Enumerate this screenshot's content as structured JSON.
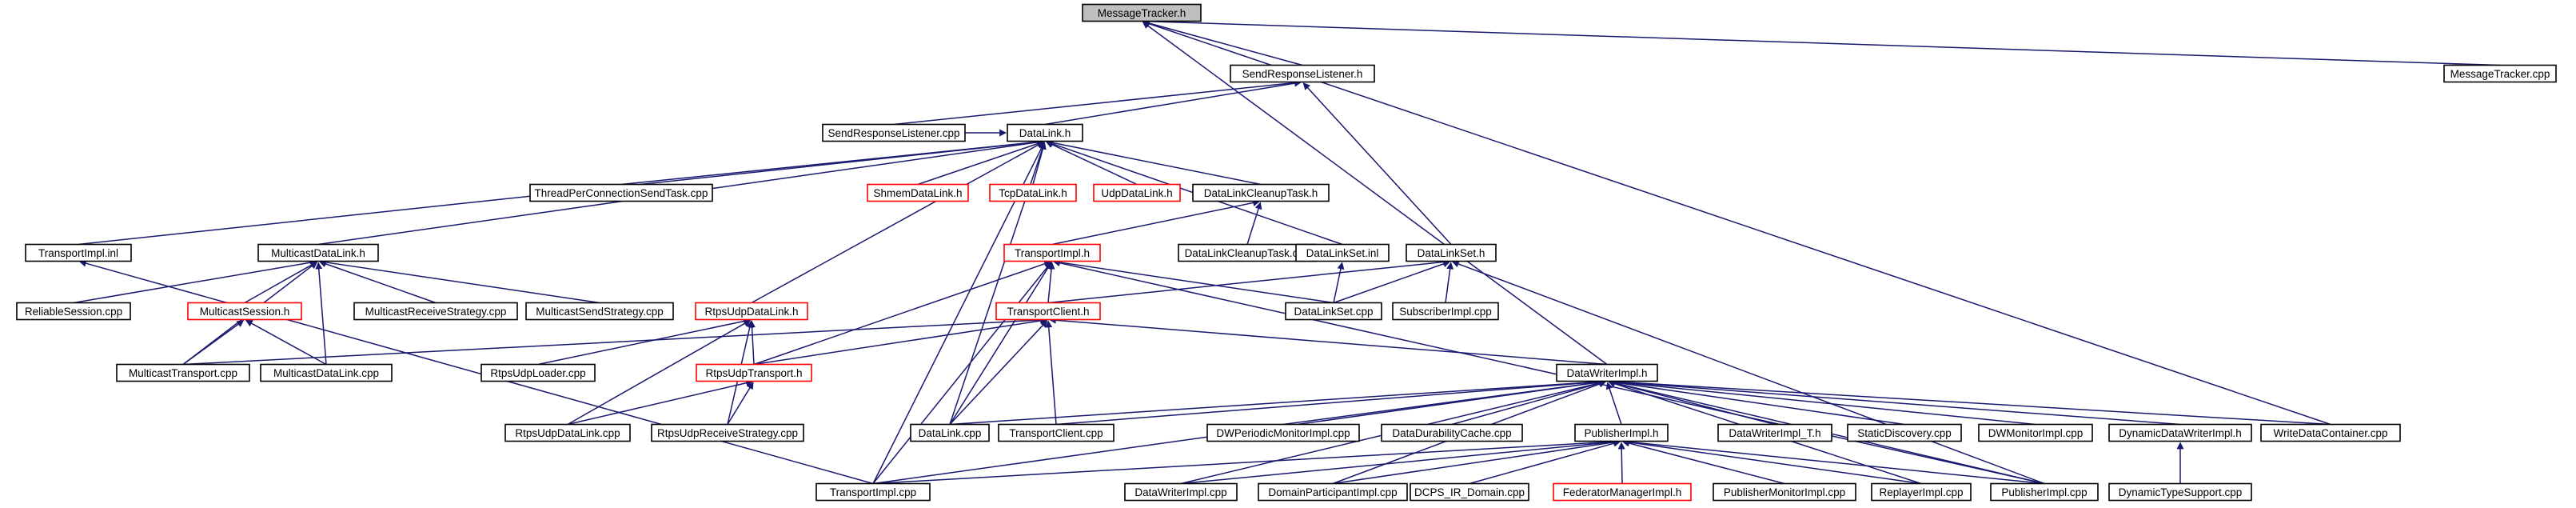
{
  "colors": {
    "edge": "#191970",
    "node_fill": "#ffffff",
    "node_border": "#000000",
    "root_fill": "#bfbfbf",
    "truncated_border": "#ff0000"
  },
  "nodes": [
    {
      "id": "MessageTracker.h",
      "label": "MessageTracker.h",
      "kind": "root"
    },
    {
      "id": "SendResponseListener.h",
      "label": "SendResponseListener.h",
      "kind": "normal"
    },
    {
      "id": "MessageTracker.cpp",
      "label": "MessageTracker.cpp",
      "kind": "normal"
    },
    {
      "id": "SendResponseListener.cpp",
      "label": "SendResponseListener.cpp",
      "kind": "normal"
    },
    {
      "id": "DataLink.h",
      "label": "DataLink.h",
      "kind": "normal"
    },
    {
      "id": "ThreadPerConnectionSendTask.cpp",
      "label": "ThreadPerConnectionSendTask.cpp",
      "kind": "normal"
    },
    {
      "id": "ShmemDataLink.h",
      "label": "ShmemDataLink.h",
      "kind": "truncated"
    },
    {
      "id": "TcpDataLink.h",
      "label": "TcpDataLink.h",
      "kind": "truncated"
    },
    {
      "id": "UdpDataLink.h",
      "label": "UdpDataLink.h",
      "kind": "truncated"
    },
    {
      "id": "DataLinkCleanupTask.h",
      "label": "DataLinkCleanupTask.h",
      "kind": "normal"
    },
    {
      "id": "TransportImpl.inl",
      "label": "TransportImpl.inl",
      "kind": "normal"
    },
    {
      "id": "MulticastDataLink.h",
      "label": "MulticastDataLink.h",
      "kind": "normal"
    },
    {
      "id": "TransportImpl.h",
      "label": "TransportImpl.h",
      "kind": "truncated"
    },
    {
      "id": "DataLinkCleanupTask.cpp",
      "label": "DataLinkCleanupTask.cpp",
      "kind": "normal"
    },
    {
      "id": "DataLinkSet.inl",
      "label": "DataLinkSet.inl",
      "kind": "normal"
    },
    {
      "id": "DataLinkSet.h",
      "label": "DataLinkSet.h",
      "kind": "normal"
    },
    {
      "id": "ReliableSession.cpp",
      "label": "ReliableSession.cpp",
      "kind": "normal"
    },
    {
      "id": "MulticastSession.h",
      "label": "MulticastSession.h",
      "kind": "truncated"
    },
    {
      "id": "MulticastReceiveStrategy.cpp",
      "label": "MulticastReceiveStrategy.cpp",
      "kind": "normal"
    },
    {
      "id": "MulticastSendStrategy.cpp",
      "label": "MulticastSendStrategy.cpp",
      "kind": "normal"
    },
    {
      "id": "RtpsUdpDataLink.h",
      "label": "RtpsUdpDataLink.h",
      "kind": "truncated"
    },
    {
      "id": "TransportClient.h",
      "label": "TransportClient.h",
      "kind": "truncated"
    },
    {
      "id": "DataLinkSet.cpp",
      "label": "DataLinkSet.cpp",
      "kind": "normal"
    },
    {
      "id": "SubscriberImpl.cpp",
      "label": "SubscriberImpl.cpp",
      "kind": "normal"
    },
    {
      "id": "MulticastTransport.cpp",
      "label": "MulticastTransport.cpp",
      "kind": "normal"
    },
    {
      "id": "MulticastDataLink.cpp",
      "label": "MulticastDataLink.cpp",
      "kind": "normal"
    },
    {
      "id": "RtpsUdpLoader.cpp",
      "label": "RtpsUdpLoader.cpp",
      "kind": "normal"
    },
    {
      "id": "RtpsUdpTransport.h",
      "label": "RtpsUdpTransport.h",
      "kind": "truncated"
    },
    {
      "id": "DataWriterImpl.h",
      "label": "DataWriterImpl.h",
      "kind": "normal"
    },
    {
      "id": "RtpsUdpDataLink.cpp",
      "label": "RtpsUdpDataLink.cpp",
      "kind": "normal"
    },
    {
      "id": "RtpsUdpReceiveStrategy.cpp",
      "label": "RtpsUdpReceiveStrategy.cpp",
      "kind": "normal"
    },
    {
      "id": "DataLink.cpp",
      "label": "DataLink.cpp",
      "kind": "normal"
    },
    {
      "id": "TransportClient.cpp",
      "label": "TransportClient.cpp",
      "kind": "normal"
    },
    {
      "id": "DWPeriodicMonitorImpl.cpp",
      "label": "DWPeriodicMonitorImpl.cpp",
      "kind": "normal"
    },
    {
      "id": "DataDurabilityCache.cpp",
      "label": "DataDurabilityCache.cpp",
      "kind": "normal"
    },
    {
      "id": "PublisherImpl.h",
      "label": "PublisherImpl.h",
      "kind": "normal"
    },
    {
      "id": "DataWriterImpl_T.h",
      "label": "DataWriterImpl_T.h",
      "kind": "normal"
    },
    {
      "id": "StaticDiscovery.cpp",
      "label": "StaticDiscovery.cpp",
      "kind": "normal"
    },
    {
      "id": "DWMonitorImpl.cpp",
      "label": "DWMonitorImpl.cpp",
      "kind": "normal"
    },
    {
      "id": "DynamicDataWriterImpl.h",
      "label": "DynamicDataWriterImpl.h",
      "kind": "normal"
    },
    {
      "id": "WriteDataContainer.cpp",
      "label": "WriteDataContainer.cpp",
      "kind": "normal"
    },
    {
      "id": "TransportImpl.cpp",
      "label": "TransportImpl.cpp",
      "kind": "normal"
    },
    {
      "id": "DataWriterImpl.cpp",
      "label": "DataWriterImpl.cpp",
      "kind": "normal"
    },
    {
      "id": "DomainParticipantImpl.cpp",
      "label": "DomainParticipantImpl.cpp",
      "kind": "normal"
    },
    {
      "id": "DCPS_IR_Domain.cpp",
      "label": "DCPS_IR_Domain.cpp",
      "kind": "normal"
    },
    {
      "id": "FederatorManagerImpl.h",
      "label": "FederatorManagerImpl.h",
      "kind": "truncated"
    },
    {
      "id": "PublisherMonitorImpl.cpp",
      "label": "PublisherMonitorImpl.cpp",
      "kind": "normal"
    },
    {
      "id": "ReplayerImpl.cpp",
      "label": "ReplayerImpl.cpp",
      "kind": "normal"
    },
    {
      "id": "PublisherImpl.cpp",
      "label": "PublisherImpl.cpp",
      "kind": "normal"
    },
    {
      "id": "DynamicTypeSupport.cpp",
      "label": "DynamicTypeSupport.cpp",
      "kind": "normal"
    }
  ],
  "edges": [
    [
      "MessageTracker.h",
      "SendResponseListener.h"
    ],
    [
      "MessageTracker.h",
      "MessageTracker.cpp"
    ],
    [
      "MessageTracker.h",
      "DataWriterImpl.h"
    ],
    [
      "MessageTracker.h",
      "WriteDataContainer.cpp"
    ],
    [
      "SendResponseListener.h",
      "SendResponseListener.cpp"
    ],
    [
      "SendResponseListener.h",
      "DataLink.h"
    ],
    [
      "SendResponseListener.h",
      "DataLinkSet.h"
    ],
    [
      "DataLink.h",
      "SendResponseListener.cpp"
    ],
    [
      "DataLink.h",
      "ThreadPerConnectionSendTask.cpp"
    ],
    [
      "DataLink.h",
      "ShmemDataLink.h"
    ],
    [
      "DataLink.h",
      "TcpDataLink.h"
    ],
    [
      "DataLink.h",
      "UdpDataLink.h"
    ],
    [
      "DataLink.h",
      "DataLinkCleanupTask.h"
    ],
    [
      "DataLink.h",
      "TransportImpl.inl"
    ],
    [
      "DataLink.h",
      "MulticastDataLink.h"
    ],
    [
      "DataLink.h",
      "DataLinkSet.inl"
    ],
    [
      "DataLink.h",
      "RtpsUdpDataLink.h"
    ],
    [
      "DataLink.h",
      "DataLink.cpp"
    ],
    [
      "DataLink.h",
      "TransportImpl.cpp"
    ],
    [
      "DataLinkCleanupTask.h",
      "TransportImpl.h"
    ],
    [
      "DataLinkCleanupTask.h",
      "DataLinkCleanupTask.cpp"
    ],
    [
      "TransportImpl.inl",
      "TransportImpl.cpp"
    ],
    [
      "MulticastDataLink.h",
      "ReliableSession.cpp"
    ],
    [
      "MulticastDataLink.h",
      "MulticastSession.h"
    ],
    [
      "MulticastDataLink.h",
      "MulticastReceiveStrategy.cpp"
    ],
    [
      "MulticastDataLink.h",
      "MulticastSendStrategy.cpp"
    ],
    [
      "MulticastDataLink.h",
      "MulticastTransport.cpp"
    ],
    [
      "MulticastDataLink.h",
      "MulticastDataLink.cpp"
    ],
    [
      "MulticastSession.h",
      "MulticastTransport.cpp"
    ],
    [
      "MulticastSession.h",
      "MulticastDataLink.cpp"
    ],
    [
      "TransportImpl.h",
      "TransportClient.h"
    ],
    [
      "TransportImpl.h",
      "DataLinkSet.cpp"
    ],
    [
      "TransportImpl.h",
      "RtpsUdpTransport.h"
    ],
    [
      "TransportImpl.h",
      "DataLink.cpp"
    ],
    [
      "TransportImpl.h",
      "TransportImpl.cpp"
    ],
    [
      "TransportImpl.h",
      "PublisherImpl.cpp"
    ],
    [
      "DataLinkSet.inl",
      "DataLinkSet.cpp"
    ],
    [
      "DataLinkSet.h",
      "TransportClient.h"
    ],
    [
      "DataLinkSet.h",
      "DataLinkSet.cpp"
    ],
    [
      "DataLinkSet.h",
      "SubscriberImpl.cpp"
    ],
    [
      "DataLinkSet.h",
      "PublisherImpl.cpp"
    ],
    [
      "RtpsUdpDataLink.h",
      "RtpsUdpLoader.cpp"
    ],
    [
      "RtpsUdpDataLink.h",
      "RtpsUdpTransport.h"
    ],
    [
      "RtpsUdpDataLink.h",
      "RtpsUdpDataLink.cpp"
    ],
    [
      "RtpsUdpDataLink.h",
      "RtpsUdpReceiveStrategy.cpp"
    ],
    [
      "TransportClient.h",
      "MulticastTransport.cpp"
    ],
    [
      "TransportClient.h",
      "RtpsUdpTransport.h"
    ],
    [
      "TransportClient.h",
      "DataWriterImpl.h"
    ],
    [
      "TransportClient.h",
      "DataLink.cpp"
    ],
    [
      "TransportClient.h",
      "TransportClient.cpp"
    ],
    [
      "RtpsUdpTransport.h",
      "RtpsUdpDataLink.cpp"
    ],
    [
      "RtpsUdpTransport.h",
      "RtpsUdpReceiveStrategy.cpp"
    ],
    [
      "DataWriterImpl.h",
      "DataLink.cpp"
    ],
    [
      "DataWriterImpl.h",
      "TransportClient.cpp"
    ],
    [
      "DataWriterImpl.h",
      "DWPeriodicMonitorImpl.cpp"
    ],
    [
      "DataWriterImpl.h",
      "DataDurabilityCache.cpp"
    ],
    [
      "DataWriterImpl.h",
      "PublisherImpl.h"
    ],
    [
      "DataWriterImpl.h",
      "DataWriterImpl_T.h"
    ],
    [
      "DataWriterImpl.h",
      "StaticDiscovery.cpp"
    ],
    [
      "DataWriterImpl.h",
      "DWMonitorImpl.cpp"
    ],
    [
      "DataWriterImpl.h",
      "DynamicDataWriterImpl.h"
    ],
    [
      "DataWriterImpl.h",
      "WriteDataContainer.cpp"
    ],
    [
      "DataWriterImpl.h",
      "TransportImpl.cpp"
    ],
    [
      "DataWriterImpl.h",
      "DataWriterImpl.cpp"
    ],
    [
      "DataWriterImpl.h",
      "DomainParticipantImpl.cpp"
    ],
    [
      "DataWriterImpl.h",
      "ReplayerImpl.cpp"
    ],
    [
      "DataWriterImpl.h",
      "PublisherImpl.cpp"
    ],
    [
      "PublisherImpl.h",
      "TransportImpl.cpp"
    ],
    [
      "PublisherImpl.h",
      "DataWriterImpl.cpp"
    ],
    [
      "PublisherImpl.h",
      "DomainParticipantImpl.cpp"
    ],
    [
      "PublisherImpl.h",
      "DCPS_IR_Domain.cpp"
    ],
    [
      "PublisherImpl.h",
      "FederatorManagerImpl.h"
    ],
    [
      "PublisherImpl.h",
      "PublisherMonitorImpl.cpp"
    ],
    [
      "PublisherImpl.h",
      "ReplayerImpl.cpp"
    ],
    [
      "PublisherImpl.h",
      "PublisherImpl.cpp"
    ],
    [
      "DynamicDataWriterImpl.h",
      "DynamicTypeSupport.cpp"
    ]
  ]
}
